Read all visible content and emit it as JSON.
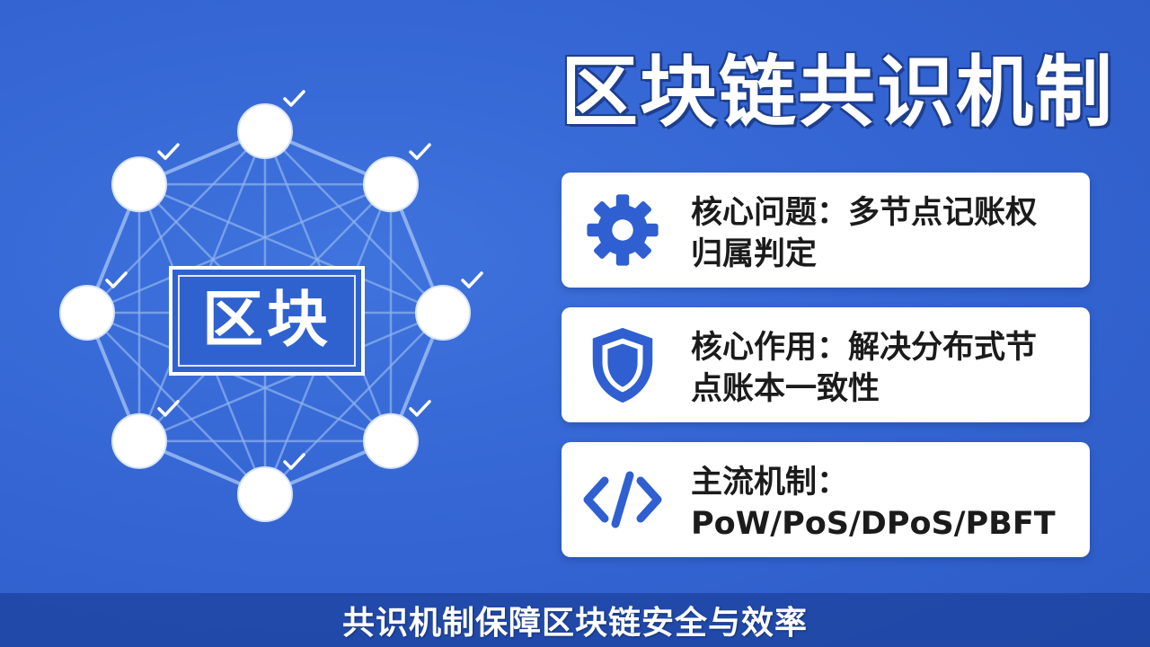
{
  "title": "区块链共识机制",
  "diagram": {
    "center_label": "区块",
    "node_count": 8,
    "colors": {
      "node": "#ffffff",
      "edge": "#8fb3f0",
      "check": "#ffffff"
    }
  },
  "cards": [
    {
      "icon": "gear-icon",
      "line1": "核心问题：多节点记账权",
      "line2": "归属判定"
    },
    {
      "icon": "shield-icon",
      "line1": "核心作用：解决分布式节",
      "line2": "点账本一致性"
    },
    {
      "icon": "code-icon",
      "line1": "主流机制：",
      "line2": "PoW/PoS/DPoS/PBFT"
    }
  ],
  "subtitle": "共识机制保障区块链安全与效率",
  "colors": {
    "background": "#3566d4",
    "accent": "#2f5fd0",
    "card": "#ffffff",
    "card_text": "#1b1b1b"
  }
}
